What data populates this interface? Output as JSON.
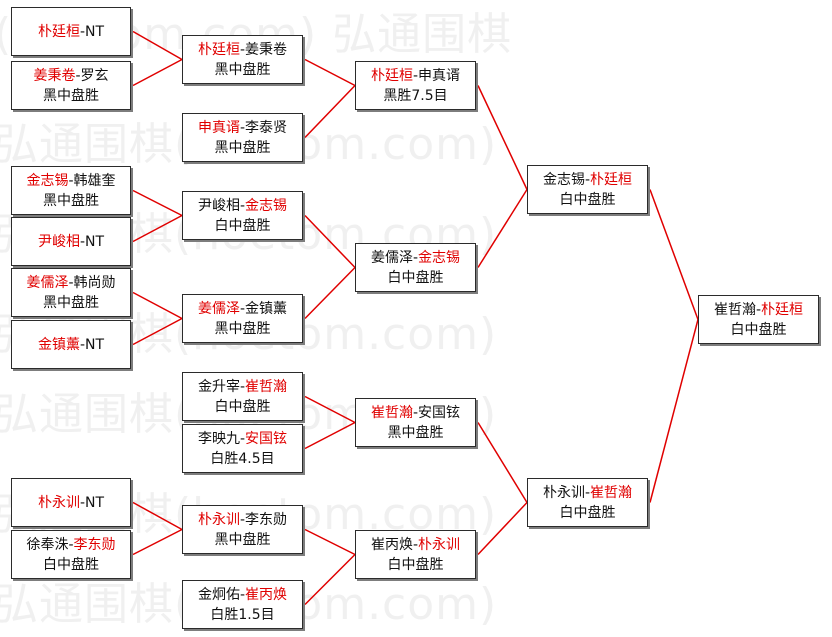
{
  "watermark": {
    "text": "弘通围棋(hoetom.com)",
    "text_shifted": "(hoetom.com) 弘通围棋",
    "color": "#f0f0f0"
  },
  "colors": {
    "winner": "#e00000",
    "wire": "#e00000",
    "border": "#2b2b2b"
  },
  "matches": {
    "r1a": {
      "p1": "朴廷桓",
      "p2": "NT",
      "winner": 1,
      "result": ""
    },
    "r1b": {
      "p1": "姜秉卷",
      "p2": "罗玄",
      "winner": 1,
      "result": "黑中盘胜"
    },
    "r1c": {
      "p1": "金志锡",
      "p2": "韩雄奎",
      "winner": 1,
      "result": "黑中盘胜"
    },
    "r1d": {
      "p1": "尹峻相",
      "p2": "NT",
      "winner": 1,
      "result": ""
    },
    "r1e": {
      "p1": "姜儒泽",
      "p2": "韩尚勋",
      "winner": 1,
      "result": "黑中盘胜"
    },
    "r1f": {
      "p1": "金镇薰",
      "p2": "NT",
      "winner": 1,
      "result": ""
    },
    "r1g": {
      "p1": "朴永训",
      "p2": "NT",
      "winner": 1,
      "result": ""
    },
    "r1h": {
      "p1": "徐奉洙",
      "p2": "李东勋",
      "winner": 2,
      "result": "白中盘胜"
    },
    "r2a": {
      "p1": "朴廷桓",
      "p2": "姜秉卷",
      "winner": 1,
      "result": "黑中盘胜"
    },
    "r2b": {
      "p1": "申真谞",
      "p2": "李泰贤",
      "winner": 1,
      "result": "黑中盘胜"
    },
    "r2c": {
      "p1": "尹峻相",
      "p2": "金志锡",
      "winner": 2,
      "result": "白中盘胜"
    },
    "r2d": {
      "p1": "姜儒泽",
      "p2": "金镇薰",
      "winner": 1,
      "result": "黑中盘胜"
    },
    "r2e": {
      "p1": "金升宰",
      "p2": "崔哲瀚",
      "winner": 2,
      "result": "白中盘胜"
    },
    "r2f": {
      "p1": "李映九",
      "p2": "安国铉",
      "winner": 2,
      "result": "白胜4.5目"
    },
    "r2g": {
      "p1": "朴永训",
      "p2": "李东勋",
      "winner": 1,
      "result": "黑中盘胜"
    },
    "r2h": {
      "p1": "金炯佑",
      "p2": "崔丙焕",
      "winner": 2,
      "result": "白胜1.5目"
    },
    "r3a": {
      "p1": "朴廷桓",
      "p2": "申真谞",
      "winner": 1,
      "result": "黑胜7.5目"
    },
    "r3b": {
      "p1": "姜儒泽",
      "p2": "金志锡",
      "winner": 2,
      "result": "白中盘胜"
    },
    "r3c": {
      "p1": "崔哲瀚",
      "p2": "安国铉",
      "winner": 1,
      "result": "黑中盘胜"
    },
    "r3d": {
      "p1": "崔丙焕",
      "p2": "朴永训",
      "winner": 2,
      "result": "白中盘胜"
    },
    "r4a": {
      "p1": "金志锡",
      "p2": "朴廷桓",
      "winner": 2,
      "result": "白中盘胜"
    },
    "r4b": {
      "p1": "朴永训",
      "p2": "崔哲瀚",
      "winner": 2,
      "result": "白中盘胜"
    },
    "r5a": {
      "p1": "崔哲瀚",
      "p2": "朴廷桓",
      "winner": 2,
      "result": "白中盘胜"
    }
  }
}
